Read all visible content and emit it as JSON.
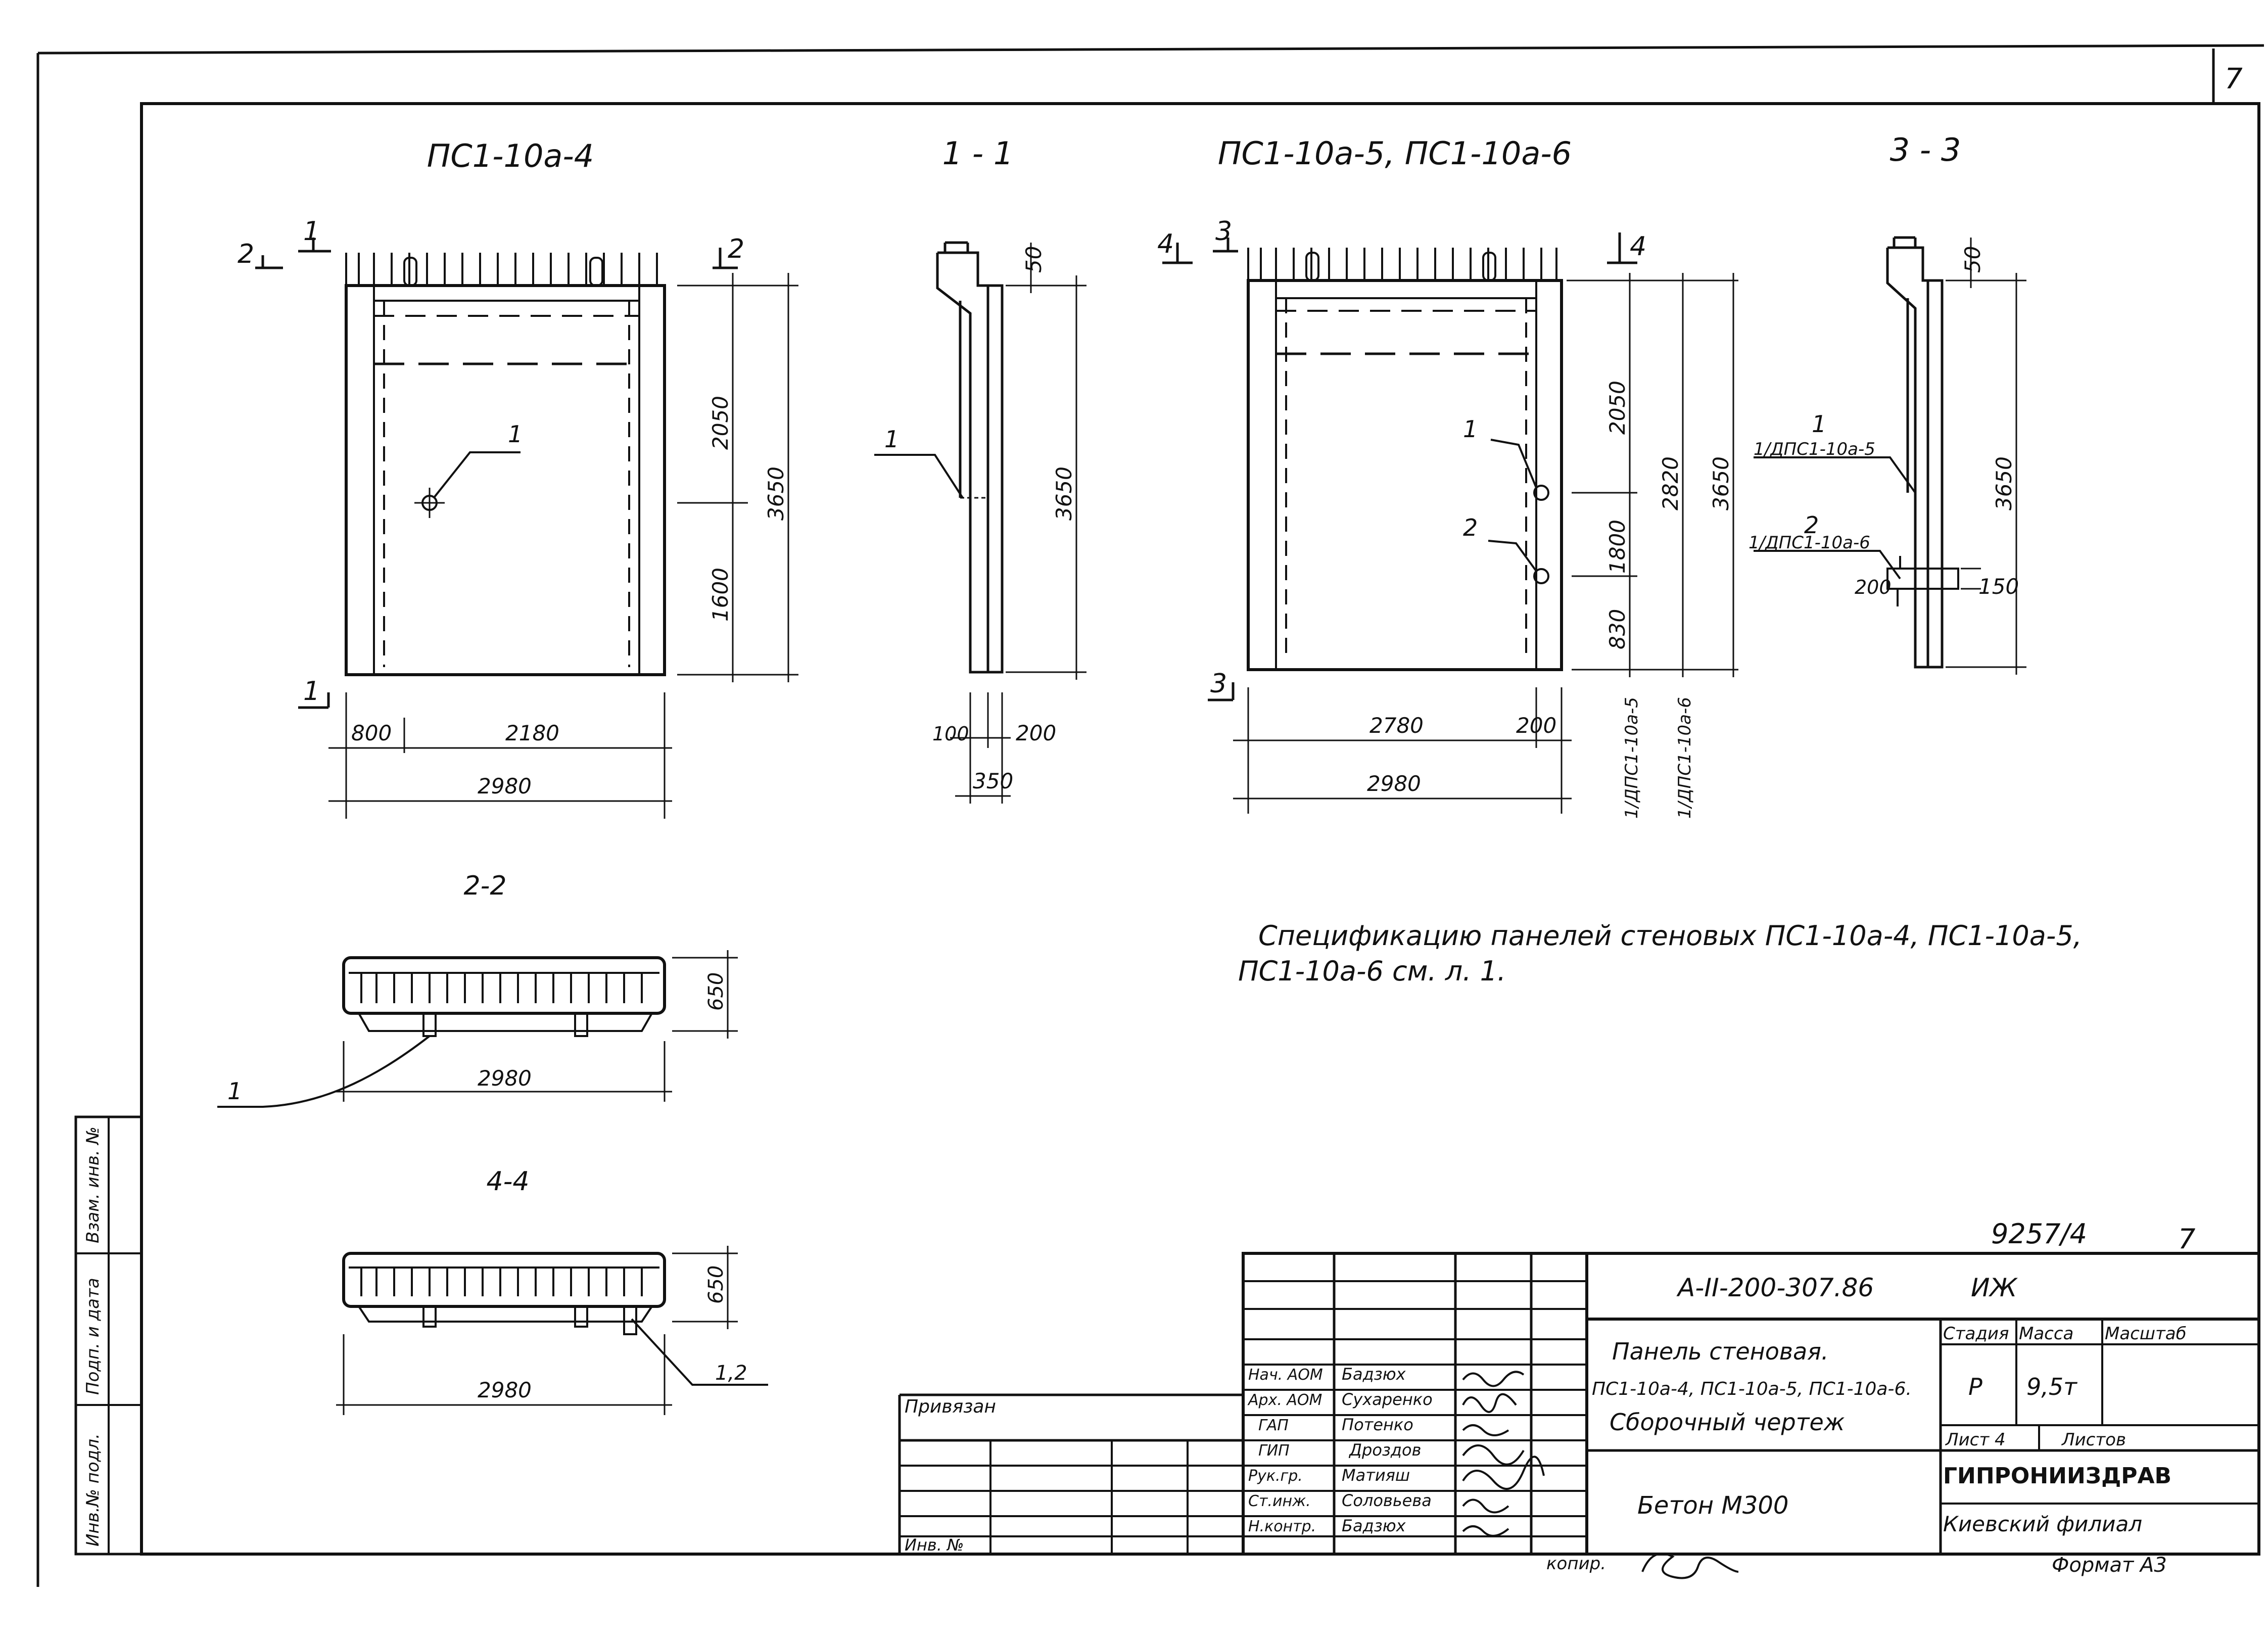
{
  "sheet": {
    "page_number": "7",
    "doc_code_top": "9257/4",
    "doc_code_top_sheet": "7",
    "format": "Формат А3",
    "kopir": "копир."
  },
  "views": {
    "ps4_title": "ПС1-10а-4",
    "sec11_title": "1 - 1",
    "ps56_title": "ПС1-10а-5, ПС1-10а-6",
    "sec33_title": "3 - 3",
    "sec22_title": "2-2",
    "sec44_title": "4-4"
  },
  "dims": {
    "d2050a": "2050",
    "d1600a": "1600",
    "d3650a": "3650",
    "d800": "800",
    "d2180": "2180",
    "d2980a": "2980",
    "d50a": "50",
    "d3650b": "3650",
    "d100": "100",
    "d200a": "200",
    "d350": "350",
    "d2050b": "2050",
    "d1800": "1800",
    "d830": "830",
    "d2820": "2820",
    "d3650c": "3650",
    "d2780": "2780",
    "d200b": "200",
    "d2980b": "2980",
    "d50b": "50",
    "d3650d": "3650",
    "d200c": "200",
    "d150": "150",
    "d650a": "650",
    "d2980c": "2980",
    "d650b": "650",
    "d2980d": "2980"
  },
  "callouts": {
    "c1": "1",
    "c1b": "1",
    "c1c": "1",
    "c2": "2",
    "c1d": "1",
    "c2d": "2",
    "c1e": "1",
    "c12": "1,2",
    "ref_a": "1/ДПС1-10а-5",
    "ref_b": "1/ДПС1-10а-6",
    "ref_c": "1/ДПС1-10а-5",
    "ref_d": "1/ДПС1-10а-6",
    "m1": "1",
    "m2": "2",
    "m3": "3",
    "m4": "4"
  },
  "note": {
    "line1": "Спецификацию панелей стеновых ПС1-10а-4, ПС1-10а-5,",
    "line2": "ПС1-10а-6   см. л. 1."
  },
  "title_block": {
    "code": "А-II-200-307.86",
    "code_suffix": "ИЖ",
    "name1": "Панель стеновая.",
    "name2": "ПС1-10а-4, ПС1-10а-5, ПС1-10а-6.",
    "name3": "Сборочный чертеж",
    "material": "Бетон М300",
    "stage_h": "Стадия",
    "mass_h": "Масса",
    "scale_h": "Масштаб",
    "stage": "Р",
    "mass": "9,5т",
    "sheet_h": "Лист 4",
    "sheets_h": "Листов",
    "org1": "ГИПРОНИИЗДРАВ",
    "org2": "Киевский филиал",
    "privyazan": "Привязан",
    "inv": "Инв. №",
    "roles": [
      "Нач. АОМ",
      "Арх. АОМ",
      "ГАП",
      "ГИП",
      "Рук.гр.",
      "Ст.инж.",
      "Н.контр."
    ],
    "names": [
      "Бадзюх",
      "Сухаренко",
      "Потенко",
      "Дроздов",
      "Матияш",
      "Соловьева",
      "Бадзюх"
    ]
  },
  "side_stamp": {
    "a": "Инв.№ подл.",
    "b": "Подп. и дата",
    "c": "Взам. инв. №"
  }
}
